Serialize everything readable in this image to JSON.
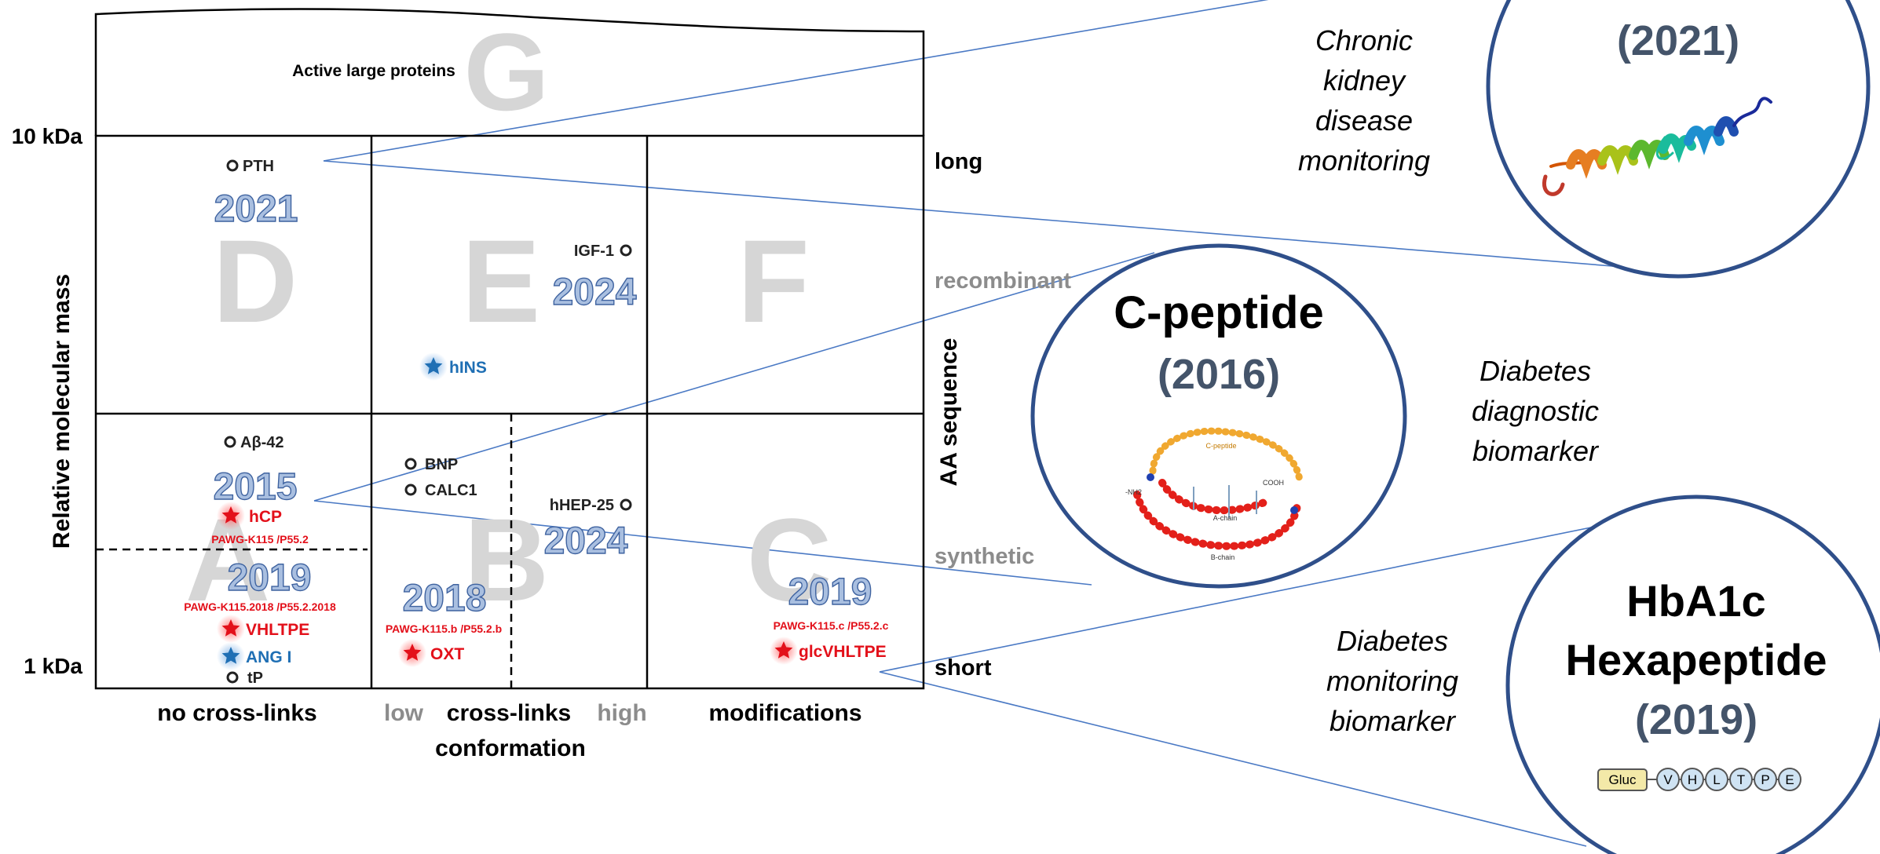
{
  "colors": {
    "grid": "#000000",
    "letter": "#d6d6d6",
    "year_fill": "#9fb6da",
    "year_stroke": "#4a6fa5",
    "red": "#e3101a",
    "blue": "#1f6fb4",
    "callout_line": "#4a79c4",
    "circle_stroke": "#2f4f8a",
    "year_in_circle": "#44546a",
    "gray_label": "#8c8c8c"
  },
  "regions": {
    "G": {
      "letter": "G",
      "label": "Active large proteins"
    },
    "D": {
      "letter": "D"
    },
    "E": {
      "letter": "E"
    },
    "F": {
      "letter": "F"
    },
    "A": {
      "letter": "A"
    },
    "B": {
      "letter": "B"
    },
    "C": {
      "letter": "C"
    }
  },
  "axes": {
    "y_title": "Relative molecular mass",
    "y_top": "10 kDa",
    "y_bottom": "1 kDa",
    "x_col1": "no cross-links",
    "x_low": "low",
    "x_cross": "cross-links",
    "x_high": "high",
    "x_conformation": "conformation",
    "x_col3": "modifications",
    "right_title": "AA sequence",
    "right_long": "long",
    "right_short": "short",
    "right_recombinant": "recombinant",
    "right_synthetic": "synthetic"
  },
  "analytes": {
    "pth": "PTH",
    "igf1": "IGF-1",
    "hins": "hINS",
    "ab42": "Aβ-42",
    "bnp": "BNP",
    "calc1": "CALC1",
    "hhep25": "hHEP-25",
    "hcp": "hCP",
    "vhltpe": "VHLTPE",
    "angi": "ANG I",
    "tp": "tP",
    "oxt": "OXT",
    "glcvhltpe": "glcVHLTPE"
  },
  "years": {
    "d": "2021",
    "e": "2024",
    "a1": "2015",
    "a2": "2019",
    "b1": "2018",
    "b2": "2024",
    "c": "2019"
  },
  "codes": {
    "a1": "PAWG-K115 /P55.2",
    "a2": "PAWG-K115.2018 /P55.2.2018",
    "b": "PAWG-K115.b /P55.2.b",
    "c": "PAWG-K115.c /P55.2.c"
  },
  "callouts": {
    "pth": {
      "year": "(2021)",
      "note": [
        "Chronic",
        "kidney",
        "disease",
        "monitoring"
      ]
    },
    "cpeptide": {
      "title": "C-peptide",
      "year": "(2016)",
      "note": [
        "Diabetes",
        "diagnostic",
        "biomarker"
      ],
      "diagram_labels": [
        "C-peptide",
        "-NH2",
        "COOH",
        "A-chain",
        "B-chain"
      ]
    },
    "hba1c": {
      "title1": "HbA1c",
      "title2": "Hexapeptide",
      "year": "(2019)",
      "note": [
        "Diabetes",
        "monitoring",
        "biomarker"
      ],
      "sequence": [
        "Gluc",
        "V",
        "H",
        "L",
        "T",
        "P",
        "E"
      ]
    }
  }
}
